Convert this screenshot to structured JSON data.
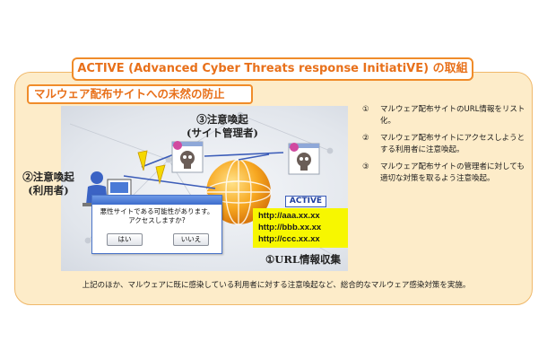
{
  "header": {
    "title": "ACTIVE (Advanced Cyber Threats response InitiatiVE) の取組"
  },
  "panel": {
    "subtitle": "マルウェア配布サイトへの未然の防止"
  },
  "diagram": {
    "user_label_line1": "②注意喚起",
    "user_label_line2": "(利用者)",
    "admin_label_line1": "③注意喚起",
    "admin_label_line2": "(サイト管理者)",
    "url_collect_label": "①URL情報収集",
    "dialog": {
      "message_line1": "悪性サイトである可能性があります。",
      "message_line2": "アクセスしますか?",
      "yes_label": "はい",
      "no_label": "いいえ"
    },
    "active_logo_text": "ACTIVE",
    "urls": [
      "http://aaa.xx.xx",
      "http://bbb.xx.xx",
      "http://ccc.xx.xx"
    ],
    "icons": [
      "user-at-pc-icon",
      "skull-window-icon",
      "globe-network-icon",
      "warning-exclamation-icon"
    ]
  },
  "notes": [
    {
      "num": "①",
      "text": "マルウェア配布サイトのURL情報をリスト化。"
    },
    {
      "num": "②",
      "text": "マルウェア配布サイトにアクセスしようとする利用者に注意喚起。"
    },
    {
      "num": "③",
      "text": "マルウェア配布サイトの管理者に対しても適切な対策を取るよう注意喚起。"
    }
  ],
  "footer": {
    "text": "上記のほか、マルウェアに既に感染している利用者に対する注意喚起など、総合的なマルウェア感染対策を実施。"
  },
  "colors": {
    "accent_orange": "#f08c2a",
    "panel_background": "#fdecc9",
    "url_highlight": "#f7f700",
    "link_blue": "#3b5cb8"
  }
}
